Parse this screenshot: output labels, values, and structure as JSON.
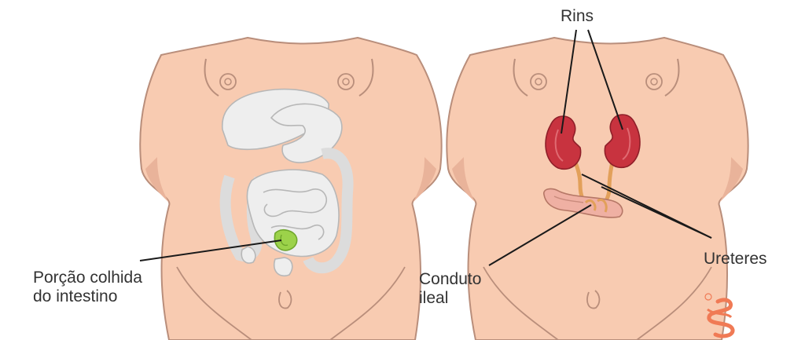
{
  "labels": {
    "intestine_portion": [
      "Porção colhida",
      "do intestino"
    ],
    "kidneys": "Rins",
    "ureters": "Ureteres",
    "ileal_conduit": [
      "Conduto",
      "ileal"
    ]
  },
  "colors": {
    "skin": "#f8cbb1",
    "skin_outline": "#b98e7b",
    "skin_shadow": "#e9b39a",
    "organ_fill": "#eeeeee",
    "organ_outline": "#b7b7b7",
    "harvested_segment": "#9cd24a",
    "kidney": "#c8333f",
    "ureter": "#e2a05a",
    "conduit": "#efb0a3",
    "leader_line": "#1a1a1a",
    "label_text": "#333333",
    "logo": "#f07a55"
  }
}
